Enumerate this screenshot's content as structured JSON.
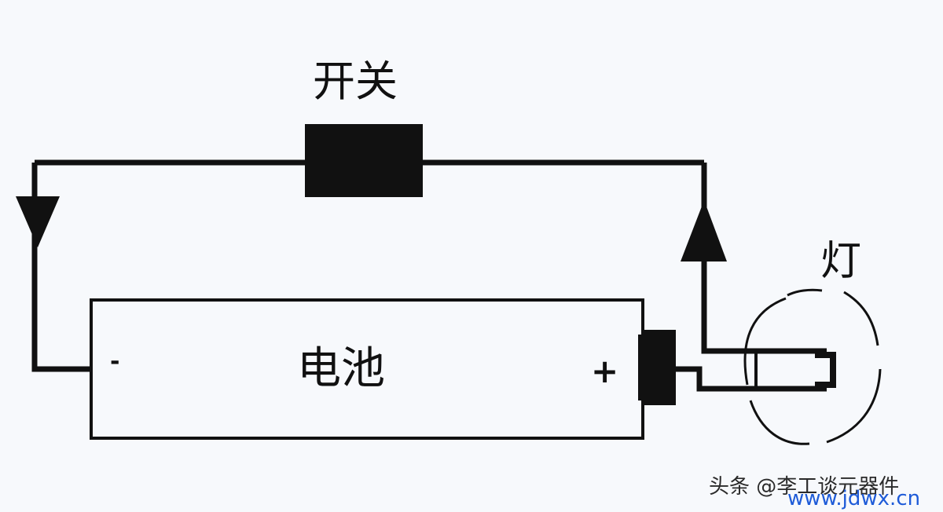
{
  "diagram": {
    "labels": {
      "switch": "开关",
      "lamp": "灯",
      "battery": "电池",
      "minus": "-",
      "plus": "+"
    },
    "watermark": {
      "source": "头条 @李工谈元器件",
      "site": "www.jdwx.cn"
    }
  }
}
